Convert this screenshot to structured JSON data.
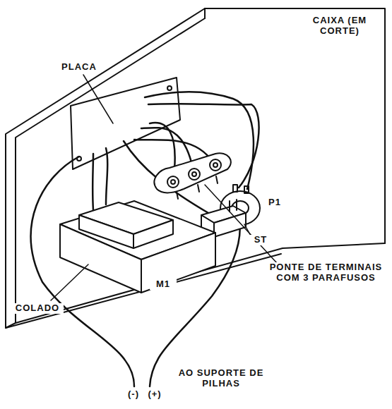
{
  "diagram": {
    "labels": [
      "CAIXA (EM CORTE)",
      "PLACA",
      "P1",
      "ST",
      "PONTE DE TERMINAIS COM 3 PARAFUSOS",
      "M1",
      "COLADO",
      "AO SUPORTE DE PILHAS",
      "(-)",
      "(+)"
    ]
  }
}
